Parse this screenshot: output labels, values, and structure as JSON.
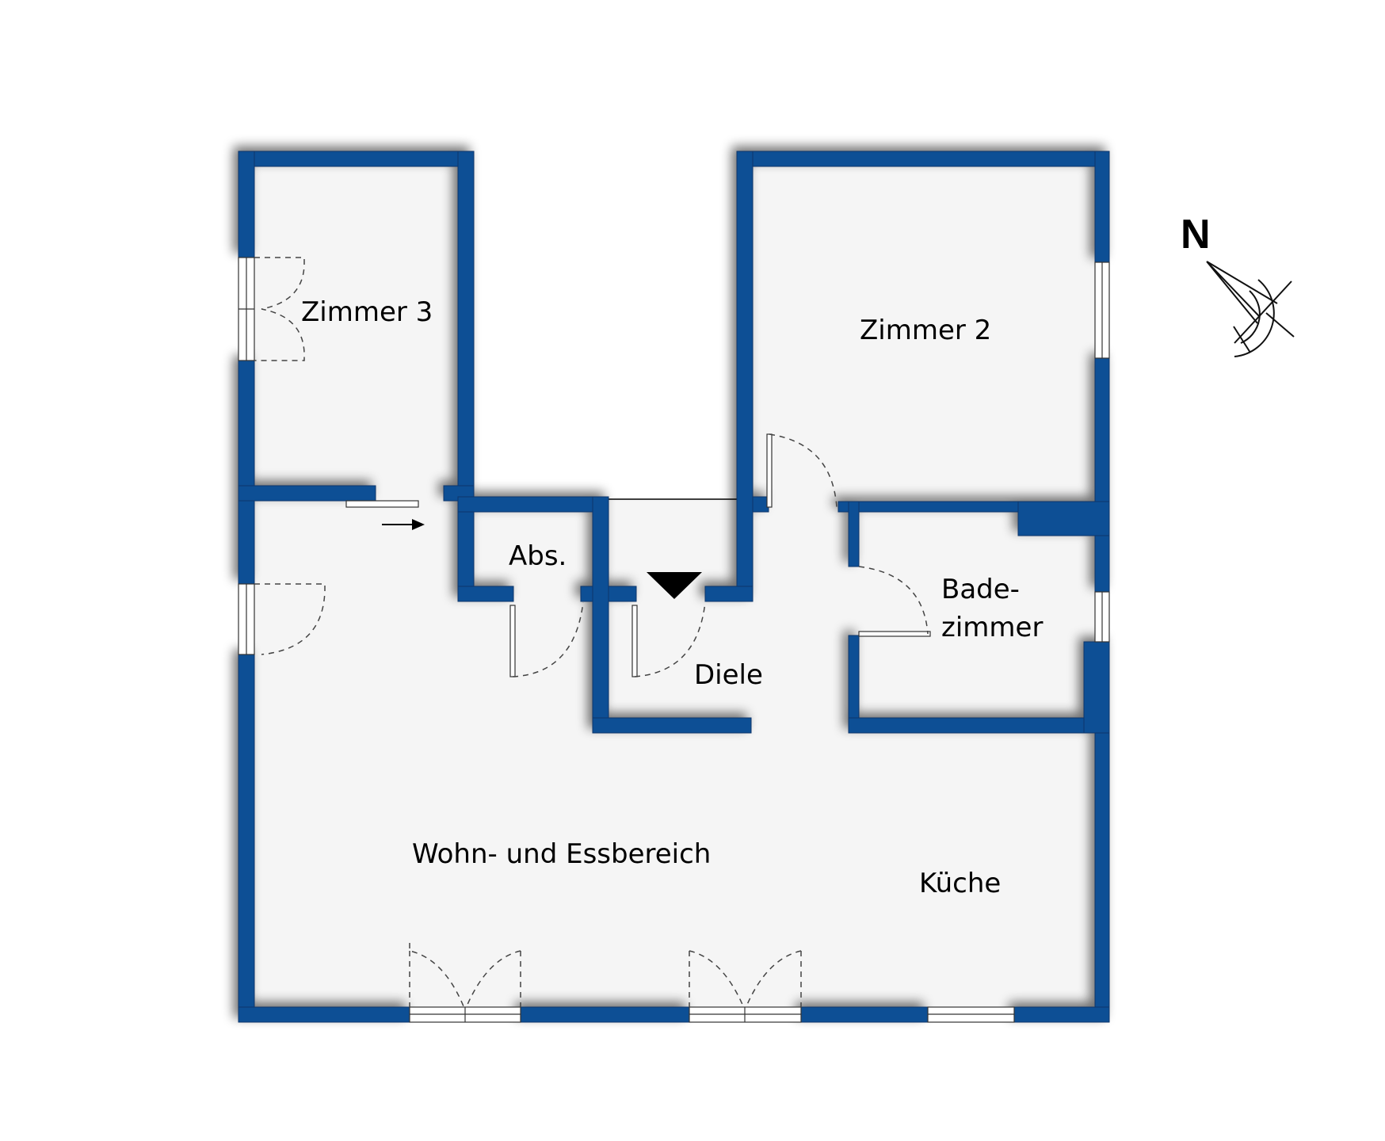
{
  "plan": {
    "wall_color": "#0A4F95",
    "floor_color": "#F5F5F5",
    "background_color": "#FFFFFF",
    "rooms": [
      {
        "id": "zimmer3",
        "label": "Zimmer 3"
      },
      {
        "id": "zimmer2",
        "label": "Zimmer 2"
      },
      {
        "id": "abs",
        "label": "Abs."
      },
      {
        "id": "badezimmer",
        "label_line1": "Bade-",
        "label_line2": "zimmer"
      },
      {
        "id": "diele",
        "label": "Diele"
      },
      {
        "id": "wohn",
        "label": "Wohn- und Essbereich"
      },
      {
        "id": "kueche",
        "label": "Küche"
      }
    ],
    "entrance_marker": "entrance-triangle",
    "sliding_door_arrow": "arrow-right"
  },
  "compass": {
    "letter": "N",
    "icon": "north-arrow-compass"
  }
}
